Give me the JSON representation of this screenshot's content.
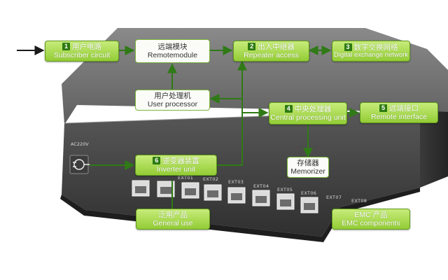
{
  "colors": {
    "accent_green": "#8dc63f",
    "wire": "#2f7a16",
    "number_badge": "#2e7a12",
    "device_body": "#5a5a5a"
  },
  "nodes": {
    "subscriber_circuit": {
      "number": "1",
      "zh": "用户电路",
      "en": "Subscriber circuit"
    },
    "remote_module": {
      "zh": "远端模块",
      "en": "Remotemodule"
    },
    "repeater_access": {
      "number": "2",
      "zh": "出入中继器",
      "en": "Repeater access"
    },
    "digital_exchange": {
      "number": "3",
      "zh": "数字交换网络",
      "en": "Digital exchange network"
    },
    "user_processor": {
      "zh": "用户处理机",
      "en": "User processor"
    },
    "central_processing": {
      "number": "4",
      "zh": "中央处理器",
      "en": "Central processing unit"
    },
    "remote_interface": {
      "number": "5",
      "zh": "远端接口",
      "en": "Remote interface"
    },
    "memorizer": {
      "zh": "存储器",
      "en": "Memorizer"
    },
    "inverter_unit": {
      "number": "6",
      "zh": "逆变器装置",
      "en": "Inverter unit"
    },
    "general_use": {
      "zh": "泛用产品",
      "en": "General use"
    },
    "emc_components": {
      "zh": "EMC 产品",
      "en": "EMC components"
    }
  },
  "device": {
    "power_label": "AC220V",
    "ports": [
      "EXT01",
      "EXT02",
      "EXT03",
      "EXT04",
      "EXT05",
      "EXT06",
      "EXT07",
      "EXT08"
    ]
  }
}
